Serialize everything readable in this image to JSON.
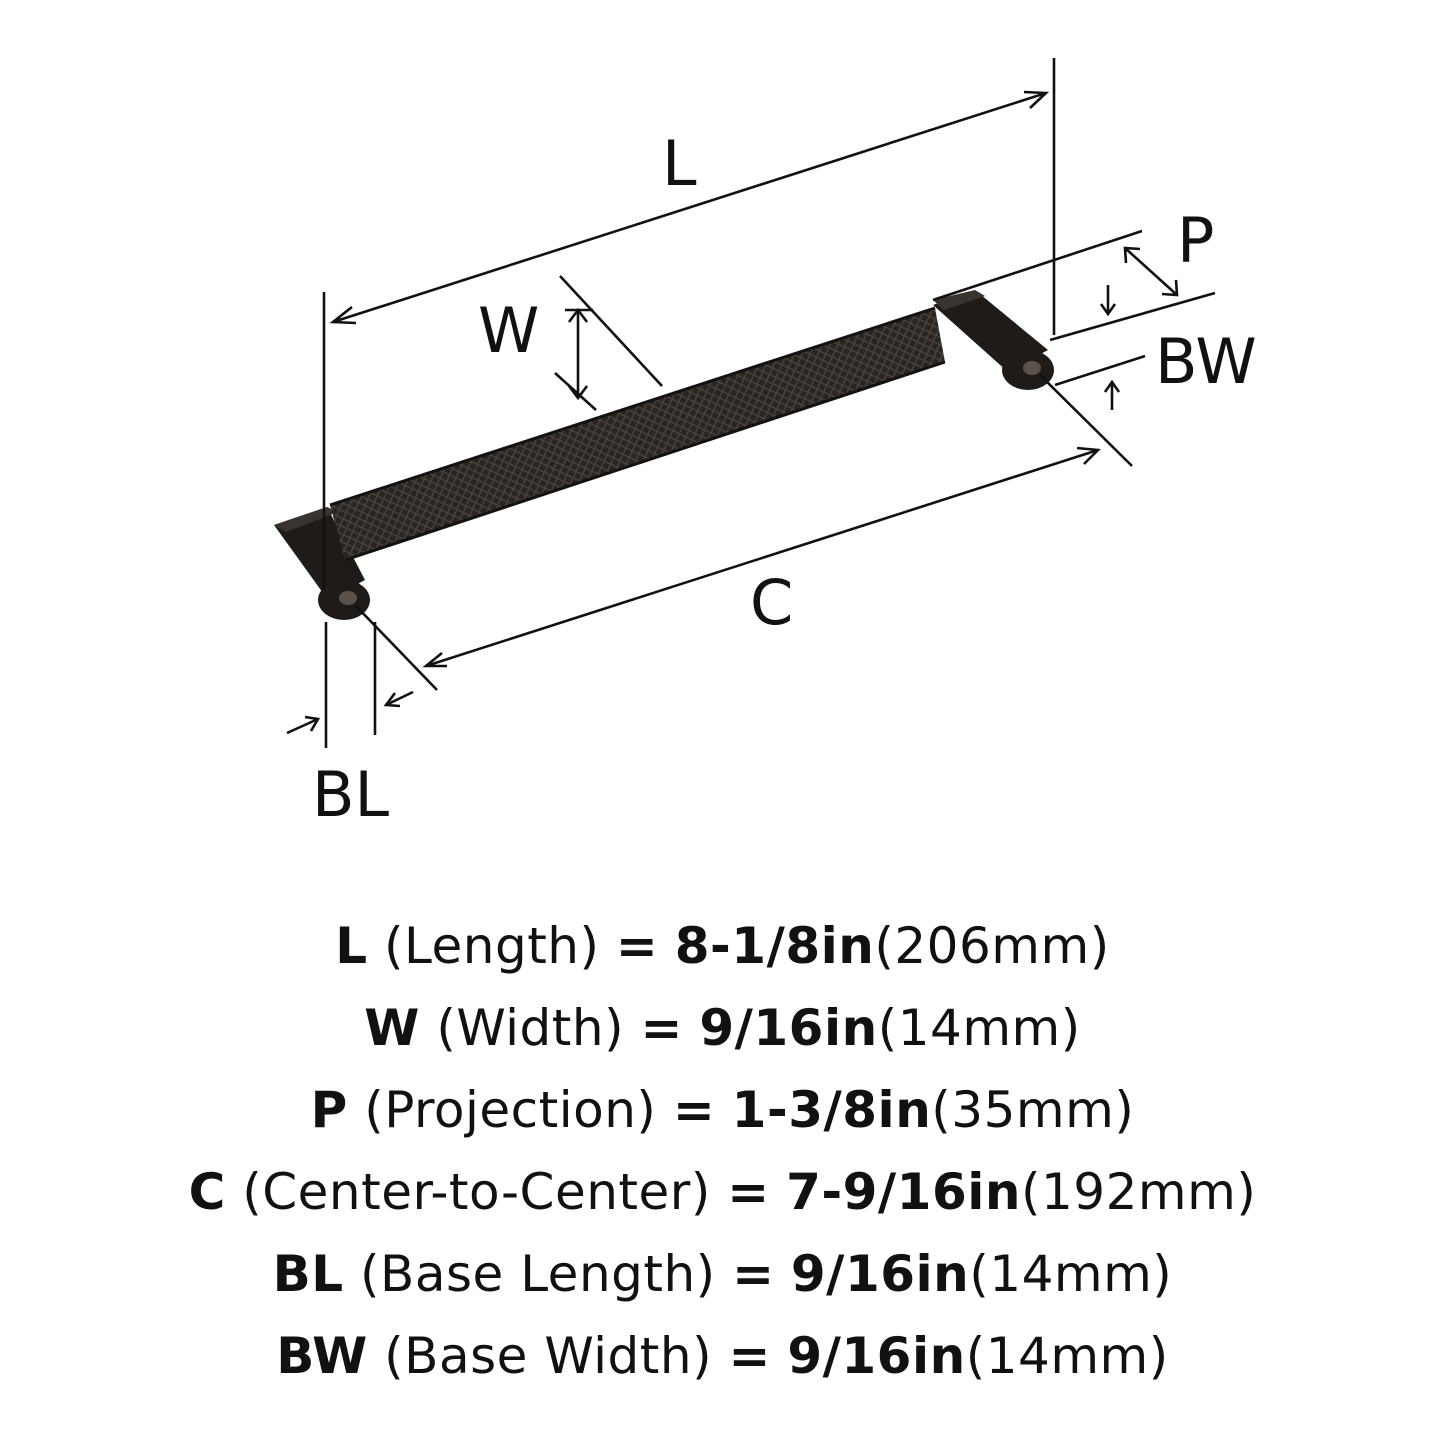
{
  "diagram": {
    "labels": {
      "L": "L",
      "W": "W",
      "P": "P",
      "BW": "BW",
      "C": "C",
      "BL": "BL"
    },
    "colors": {
      "ink": "#111111",
      "handle_finish": "#24201e"
    }
  },
  "specs": [
    {
      "code": "L",
      "desc": "(Length)",
      "eq": "=",
      "imperial": "8-1/8in",
      "metric": "(206mm)"
    },
    {
      "code": "W",
      "desc": "(Width)",
      "eq": "=",
      "imperial": "9/16in",
      "metric": "(14mm)"
    },
    {
      "code": "P",
      "desc": "(Projection)",
      "eq": "=",
      "imperial": "1-3/8in",
      "metric": "(35mm)"
    },
    {
      "code": "C",
      "desc": "(Center-to-Center)",
      "eq": "=",
      "imperial": "7-9/16in",
      "metric": "(192mm)"
    },
    {
      "code": "BL",
      "desc": "(Base Length)",
      "eq": "=",
      "imperial": "9/16in",
      "metric": "(14mm)"
    },
    {
      "code": "BW",
      "desc": "(Base Width)",
      "eq": "=",
      "imperial": "9/16in",
      "metric": "(14mm)"
    }
  ]
}
